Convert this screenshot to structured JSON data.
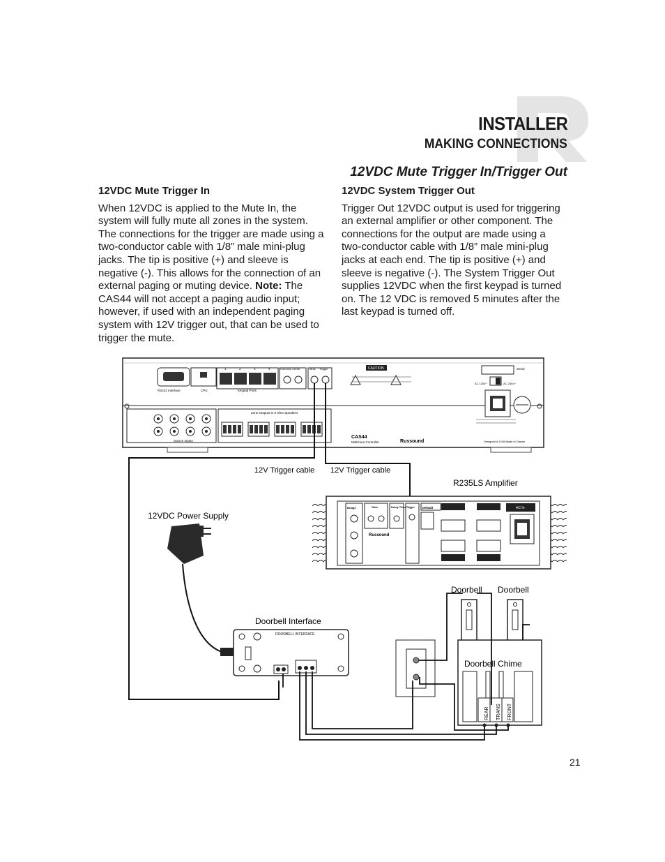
{
  "header": {
    "title": "INSTALLER",
    "subtitle": "MAKING CONNECTIONS",
    "section_title": "12VDC Mute Trigger In/Trigger Out"
  },
  "left_column": {
    "heading": "12VDC Mute Trigger In",
    "body_part1": "When 12VDC is applied to the Mute In, the system will fully mute all zones in the system. The connections for the trigger are made using a two-conductor cable with 1/8” male mini-plug jacks. The tip is positive (+) and sleeve is negative (-). This allows for the connection of an external paging or muting device.",
    "note_label": "Note:",
    "body_part2": " The CAS44 will not accept a paging audio input; however, if used with an independent paging system with 12V trigger out, that can be used to trigger the mute."
  },
  "right_column": {
    "heading": "12VDC System Trigger Out",
    "body": "Trigger Out 12VDC output is used for triggering an external amplifier or other component. The connections for the output are made using a two-conductor cable with 1/8” male mini-plug jacks at each end. The tip is positive (+) and sleeve is negative (-). The System Trigger Out supplies 12VDC when the first keypad is turned on. The 12 VDC is removed 5 minutes after the last keypad is turned off."
  },
  "diagram": {
    "cable_label_1": "12V Trigger cable",
    "cable_label_2": "12V Trigger cable",
    "amplifier_label": "R235LS Amplifier",
    "power_supply_label": "12VDC Power Supply",
    "doorbell_interface_label": "Doorbell Interface",
    "doorbell_interface_board_text": "DOORBELL INTERFACE",
    "doorbell_1_label": "Doorbell",
    "doorbell_2_label": "Doorbell",
    "doorbell_chime_label": "Doorbell Chime",
    "chime_terminal_1": "REAR",
    "chime_terminal_2": "TRANS",
    "chime_terminal_3": "FRONT",
    "controller": {
      "model": "CAS44",
      "model_desc": "Multizone Controller",
      "brand": "Russound",
      "rs232": "RS232 Interface",
      "cpu": "CPU",
      "keypad_ports": "Keypad Ports",
      "common_in_out": "Common In/Out",
      "mute": "Mute",
      "trigger": "Trigger",
      "zone_outputs": "Zone Outputs to 8 Ohm Speakers",
      "source_inputs": "Source Inputs",
      "caution": "CAUTION",
      "serial": "Serial",
      "ac_115": "AC 115V~",
      "ac_230": "AC 230V~",
      "designed": "Designed in USA  Made in Taiwan",
      "numbers": [
        "1",
        "2",
        "3",
        "4"
      ]
    },
    "amp": {
      "bridge": "Bridge",
      "gain": "Gain",
      "delay": "Delay Time",
      "trigger": "Trigger",
      "default": "Default",
      "ac_in": "AC In",
      "brand": "Russound"
    }
  },
  "page_number": "21"
}
